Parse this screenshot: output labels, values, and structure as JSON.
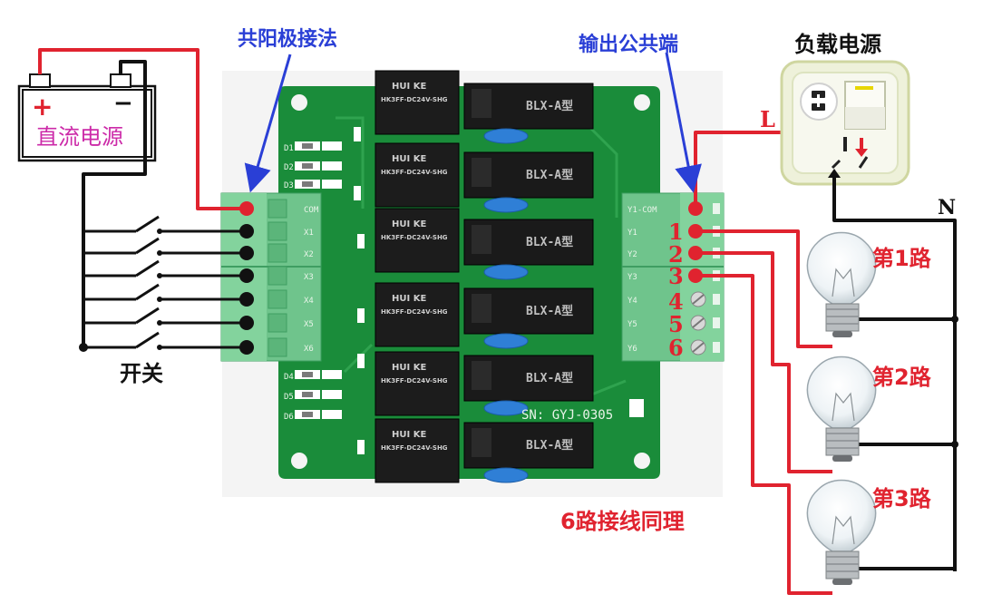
{
  "labels": {
    "common_anode": "共阳极接法",
    "output_common": "输出公共端",
    "load_power": "负载电源",
    "dc_power": "直流电源",
    "switch": "开关",
    "six_way_note": "6路接线同理",
    "live": "L",
    "neutral": "N",
    "plus": "+",
    "minus": "−"
  },
  "channels": [
    "1",
    "2",
    "3",
    "4",
    "5",
    "6"
  ],
  "loads": [
    "第1路",
    "第2路",
    "第3路"
  ],
  "board": {
    "serial": "SN: GYJ-0305",
    "relay_brand": "HUI KE",
    "relay_model": "HK3FF-DC24V-SHG",
    "ssr_label": "BLX-A型",
    "left_pins": [
      "COM",
      "X1",
      "X2",
      "X3",
      "X4",
      "X5",
      "X6"
    ],
    "right_pins": [
      "Y1-COM",
      "Y1",
      "Y2",
      "Y3",
      "Y4",
      "Y5",
      "Y6"
    ],
    "leds_top": [
      "D1",
      "D2",
      "D3"
    ],
    "leds_bottom": [
      "D4",
      "D5",
      "D6"
    ]
  },
  "colors": {
    "wire_red": "#e0232f",
    "wire_black": "#111111",
    "pcb": "#1a8c3a",
    "terminal": "#6fc48c",
    "arrow_blue": "#2a3fd6"
  }
}
